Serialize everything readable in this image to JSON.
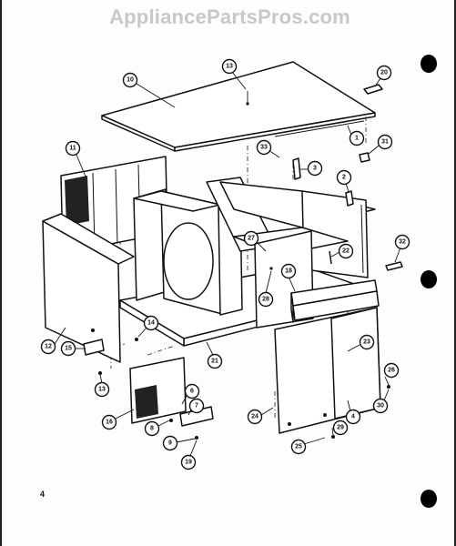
{
  "watermark": "AppliancePartsPros.com",
  "page_number": "4",
  "callouts": [
    {
      "id": "c10",
      "label": "10"
    },
    {
      "id": "c13",
      "label": "13"
    },
    {
      "id": "c20",
      "label": "20"
    },
    {
      "id": "c1",
      "label": "1"
    },
    {
      "id": "c11",
      "label": "11"
    },
    {
      "id": "c33",
      "label": "33"
    },
    {
      "id": "c3",
      "label": "3"
    },
    {
      "id": "c31",
      "label": "31"
    },
    {
      "id": "c2",
      "label": "2"
    },
    {
      "id": "c27",
      "label": "27"
    },
    {
      "id": "c22",
      "label": "22"
    },
    {
      "id": "c32",
      "label": "32"
    },
    {
      "id": "c18",
      "label": "18"
    },
    {
      "id": "c28",
      "label": "28"
    },
    {
      "id": "c14",
      "label": "14"
    },
    {
      "id": "c12",
      "label": "12"
    },
    {
      "id": "c15",
      "label": "15"
    },
    {
      "id": "c21",
      "label": "21"
    },
    {
      "id": "c23",
      "label": "23"
    },
    {
      "id": "c13b",
      "label": "13"
    },
    {
      "id": "c26",
      "label": "26"
    },
    {
      "id": "c30",
      "label": "30"
    },
    {
      "id": "c16",
      "label": "16"
    },
    {
      "id": "c6",
      "label": "6"
    },
    {
      "id": "c7",
      "label": "7"
    },
    {
      "id": "c24",
      "label": "24"
    },
    {
      "id": "c4",
      "label": "4"
    },
    {
      "id": "c8",
      "label": "8"
    },
    {
      "id": "c29",
      "label": "29"
    },
    {
      "id": "c9",
      "label": "9"
    },
    {
      "id": "c25",
      "label": "25"
    },
    {
      "id": "c19",
      "label": "19"
    }
  ]
}
